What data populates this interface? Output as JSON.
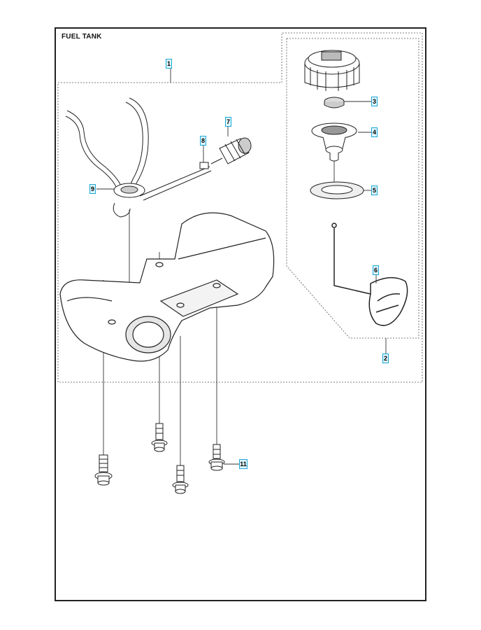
{
  "title": "FUEL TANK",
  "callouts": [
    "1",
    "2",
    "3",
    "4",
    "5",
    "6",
    "7",
    "8",
    "9",
    "11"
  ],
  "colors": {
    "frame": "#222222",
    "callout_fill": "#dff6fc",
    "callout_border": "#19a7d6",
    "line": "#333333"
  }
}
